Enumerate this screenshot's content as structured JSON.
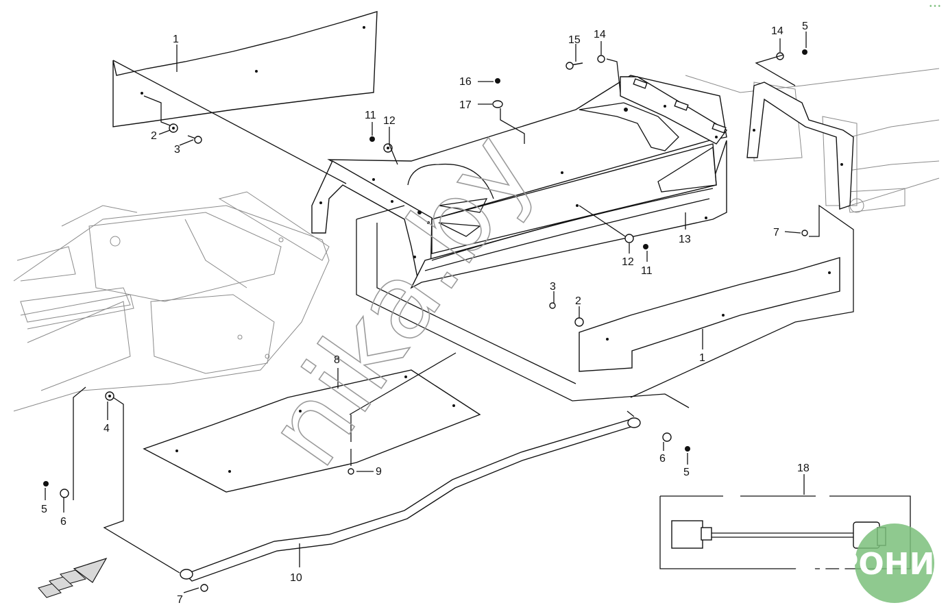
{
  "diagram": {
    "callouts": [
      {
        "id": "c1a",
        "label": "1"
      },
      {
        "id": "c1b",
        "label": "1"
      },
      {
        "id": "c2a",
        "label": "2"
      },
      {
        "id": "c2b",
        "label": "2"
      },
      {
        "id": "c3a",
        "label": "3"
      },
      {
        "id": "c3b",
        "label": "3"
      },
      {
        "id": "c4",
        "label": "4"
      },
      {
        "id": "c5a",
        "label": "5"
      },
      {
        "id": "c5b",
        "label": "5"
      },
      {
        "id": "c5c",
        "label": "5"
      },
      {
        "id": "c6a",
        "label": "6"
      },
      {
        "id": "c6b",
        "label": "6"
      },
      {
        "id": "c7a",
        "label": "7"
      },
      {
        "id": "c7b",
        "label": "7"
      },
      {
        "id": "c8",
        "label": "8"
      },
      {
        "id": "c9",
        "label": "9"
      },
      {
        "id": "c10",
        "label": "10"
      },
      {
        "id": "c11a",
        "label": "11"
      },
      {
        "id": "c11b",
        "label": "11"
      },
      {
        "id": "c12a",
        "label": "12"
      },
      {
        "id": "c12b",
        "label": "12"
      },
      {
        "id": "c13",
        "label": "13"
      },
      {
        "id": "c14a",
        "label": "14"
      },
      {
        "id": "c14b",
        "label": "14"
      },
      {
        "id": "c15",
        "label": "15"
      },
      {
        "id": "c16",
        "label": "16"
      },
      {
        "id": "c17",
        "label": "17"
      },
      {
        "id": "c18",
        "label": "18"
      }
    ],
    "watermark": "nika.by",
    "logo": {
      "text": "АГРОНИКА",
      "color": "#7bbf7b"
    },
    "corner_mark": "• • •"
  }
}
